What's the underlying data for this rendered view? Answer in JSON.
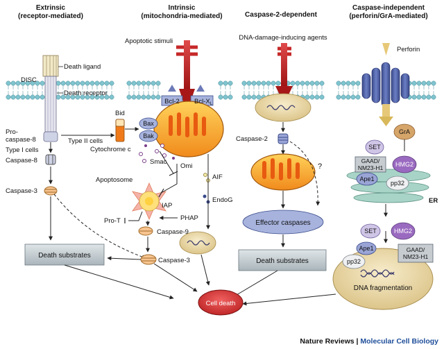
{
  "columns": {
    "extrinsic": {
      "title": "Extrinsic",
      "subtitle": "(receptor-mediated)"
    },
    "intrinsic": {
      "title": "Intrinsic",
      "subtitle": "(mitochondria-mediated)"
    },
    "caspase2": {
      "title": "Caspase-2-dependent"
    },
    "independent": {
      "title": "Caspase-independent",
      "subtitle": "(perforin/GrA-mediated)"
    }
  },
  "extrinsic": {
    "death_ligand": "Death ligand",
    "disc": "DISC",
    "death_receptor": "Death receptor",
    "procaspase8_a": "Pro-",
    "procaspase8_b": "caspase-8",
    "type1": "Type I cells",
    "type2": "Type II cells",
    "caspase8": "Caspase-8",
    "caspase3": "Caspase-3",
    "death_substrates": "Death substrates"
  },
  "intrinsic": {
    "apoptotic_stimuli": "Apoptotic stimuli",
    "bcl2": "Bcl-2",
    "bclx": "Bcl-X",
    "bclx_sub": "L",
    "bid": "Bid",
    "bax": "Bax",
    "bak": "Bak",
    "cytochrome_c": "Cytochrome c",
    "smac": "Smac",
    "omi": "Omi",
    "apoptosome": "Apoptosome",
    "aif": "AIF",
    "endog": "EndoG",
    "iap": "IAP",
    "pro_t": "Pro-T",
    "phap": "PHAP",
    "caspase9": "Caspase-9",
    "caspase3": "Caspase-3"
  },
  "caspase2": {
    "dna_agents": "DNA-damage-inducing agents",
    "caspase2": "Caspase-2",
    "question": "?",
    "effector": "Effector caspases",
    "death_substrates": "Death substrates"
  },
  "independent": {
    "perforin": "Perforin",
    "gra": "GrA",
    "set": "SET",
    "gaad_1": "GAAD/",
    "gaad_2": "NM23-H1",
    "hmg2": "HMG2",
    "ape1": "Ape1",
    "pp32": "pp32",
    "er": "ER",
    "dna_frag": "DNA fragmentation"
  },
  "cell_death": "Cell death",
  "footer": {
    "journal": "Nature Reviews",
    "sep": " | ",
    "section": "Molecular Cell Biology"
  },
  "colors": {
    "membrane_head": "#7fc4cf",
    "arrow_red": "#c62828",
    "mito_orange": "#f5a623",
    "protein_blue": "#5b6aa8",
    "protein_purple": "#8e6bb5",
    "box_gray": "#bcc6cc",
    "nucleus_tan": "#ecdcaa",
    "cell_death_red": "#d63030"
  }
}
